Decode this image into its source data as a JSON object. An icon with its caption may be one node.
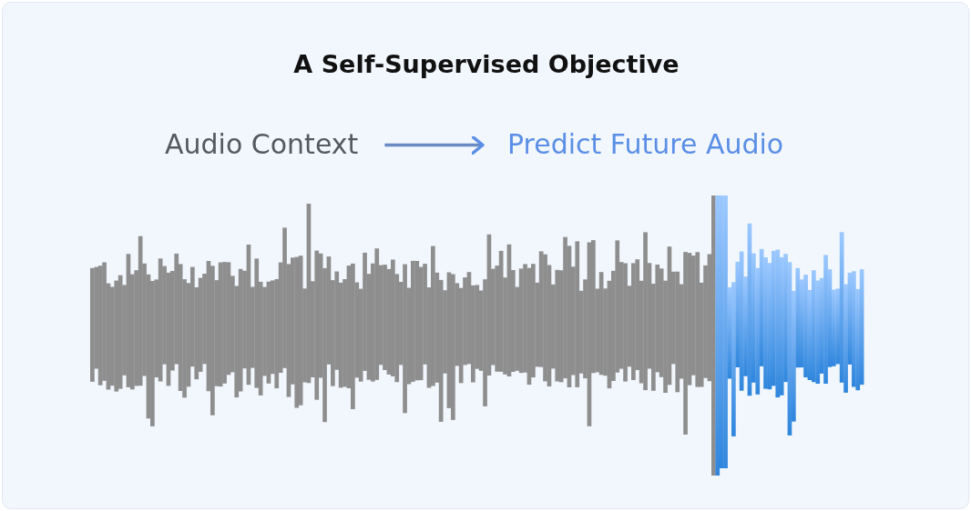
{
  "diagram": {
    "title": "A Self-Supervised Objective",
    "nodes": [
      {
        "text": [
          "Audio Context"
        ]
      },
      {
        "text": [
          "Predict Future Audio"
        ]
      }
    ],
    "edges": [
      {
        "from": 0,
        "to": 1,
        "arrow": "to"
      }
    ]
  }
}
